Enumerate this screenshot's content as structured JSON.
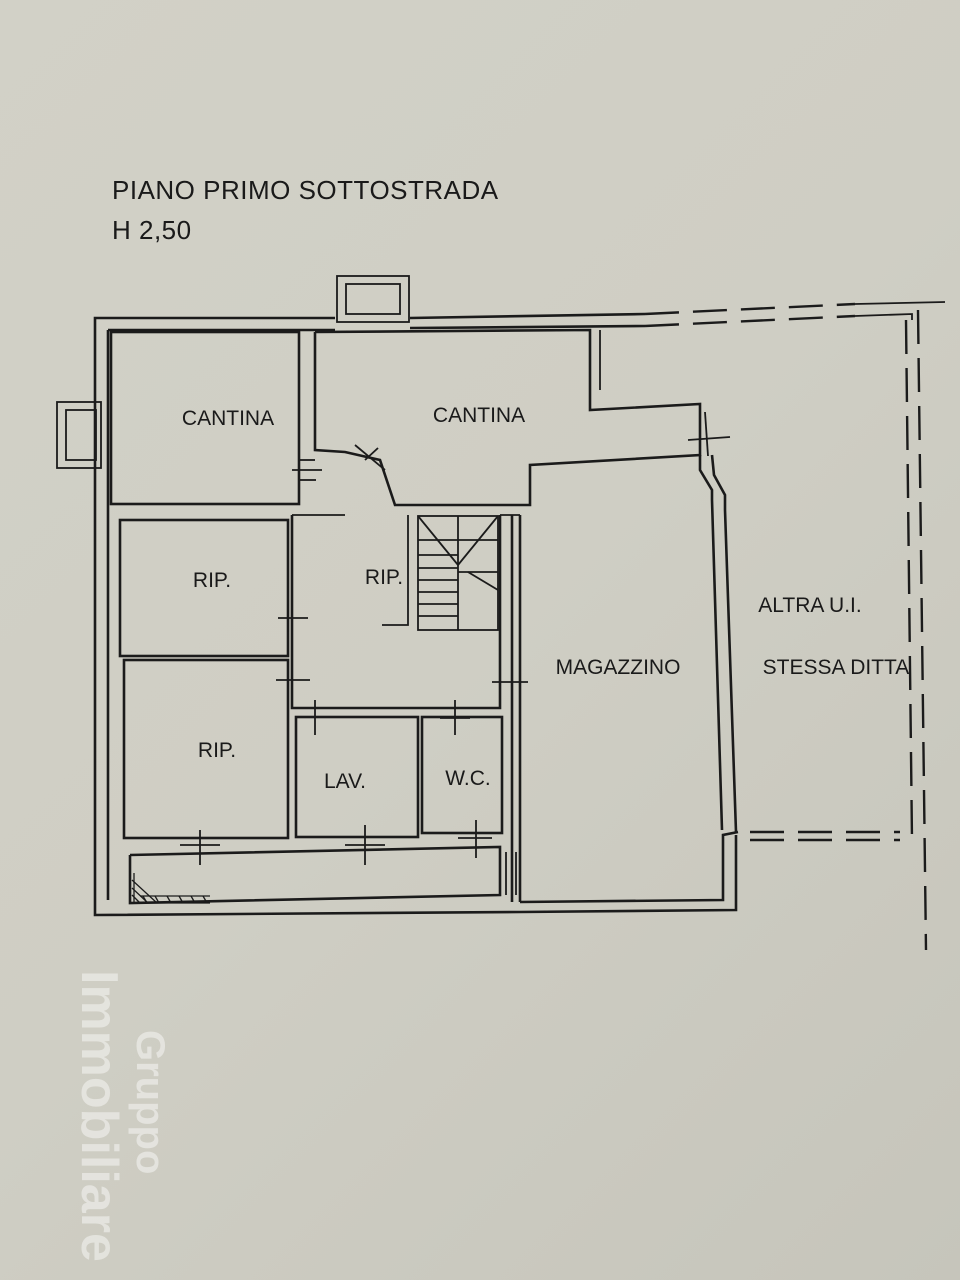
{
  "header": {
    "title": "PIANO PRIMO SOTTOSTRADA",
    "height_note": "H 2,50"
  },
  "rooms": {
    "cantina_left": "CANTINA",
    "cantina_center": "CANTINA",
    "rip_left_top": "RIP.",
    "rip_center": "RIP.",
    "rip_left_bottom": "RIP.",
    "lav": "LAV.",
    "wc": "W.C.",
    "magazzino": "MAGAZZINO"
  },
  "adjacent_unit": {
    "line1": "ALTRA U.I.",
    "line2": "STESSA DITTA"
  },
  "watermark": {
    "line1": "Gruppo",
    "line2": "Immobiliare"
  },
  "colors": {
    "paper": "#d0cfc5",
    "ink": "#1b1b1b",
    "watermark": "#ffffff"
  }
}
